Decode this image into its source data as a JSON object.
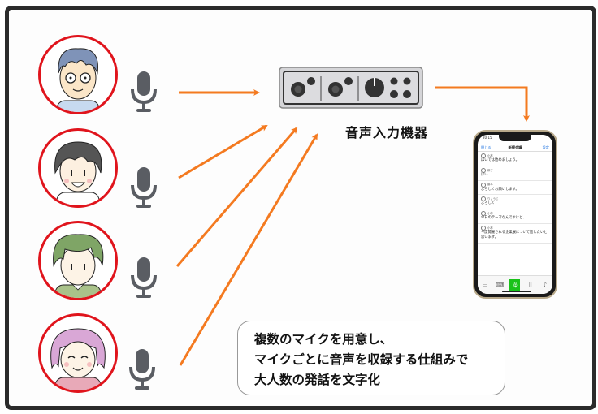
{
  "colors": {
    "frame": "#2b2b2b",
    "avatar_ring": "#e0141c",
    "arrow": "#f47a20",
    "mic": "#5a5d63",
    "record_button": "#19c219"
  },
  "participants": [
    {
      "name": "person-1",
      "hair": "#7f93b8",
      "shirt": "#c7daf0"
    },
    {
      "name": "person-2",
      "hair": "#555555",
      "shirt": "#ffffff"
    },
    {
      "name": "person-3",
      "hair": "#7fa566",
      "shirt": "#a9c28a"
    },
    {
      "name": "person-4",
      "hair": "#d9a7d6",
      "shirt": "#e8a9b8"
    }
  ],
  "device": {
    "label": "音声入力機器",
    "icon": "audio-interface-icon"
  },
  "phone": {
    "status_time": "20:15",
    "nav": {
      "left": "閉じる",
      "title": "新規会議",
      "right": "設定"
    },
    "messages": [
      {
        "speaker": "小林",
        "text": "はいでは始めましょう。"
      },
      {
        "speaker": "和子",
        "text": "はい"
      },
      {
        "speaker": "藤本",
        "text": "よろしくお願いします。"
      },
      {
        "speaker": "りょうじ",
        "text": "よろしく"
      },
      {
        "speaker": "小林",
        "text": "今日のテーマなんですけど、"
      },
      {
        "speaker": "小林",
        "text": "今度開催される企業展について話したいと思います。"
      }
    ],
    "tabs": [
      {
        "name": "history",
        "icon": "▭"
      },
      {
        "name": "keyboard",
        "icon": "⌨"
      },
      {
        "name": "record",
        "icon": "🎙"
      },
      {
        "name": "grid",
        "icon": "⠿"
      },
      {
        "name": "mic-settings",
        "icon": "♪"
      }
    ]
  },
  "caption": {
    "lines": [
      "複数のマイクを用意し、",
      "マイクごとに音声を収録する仕組みで",
      "大人数の発話を文字化"
    ]
  }
}
